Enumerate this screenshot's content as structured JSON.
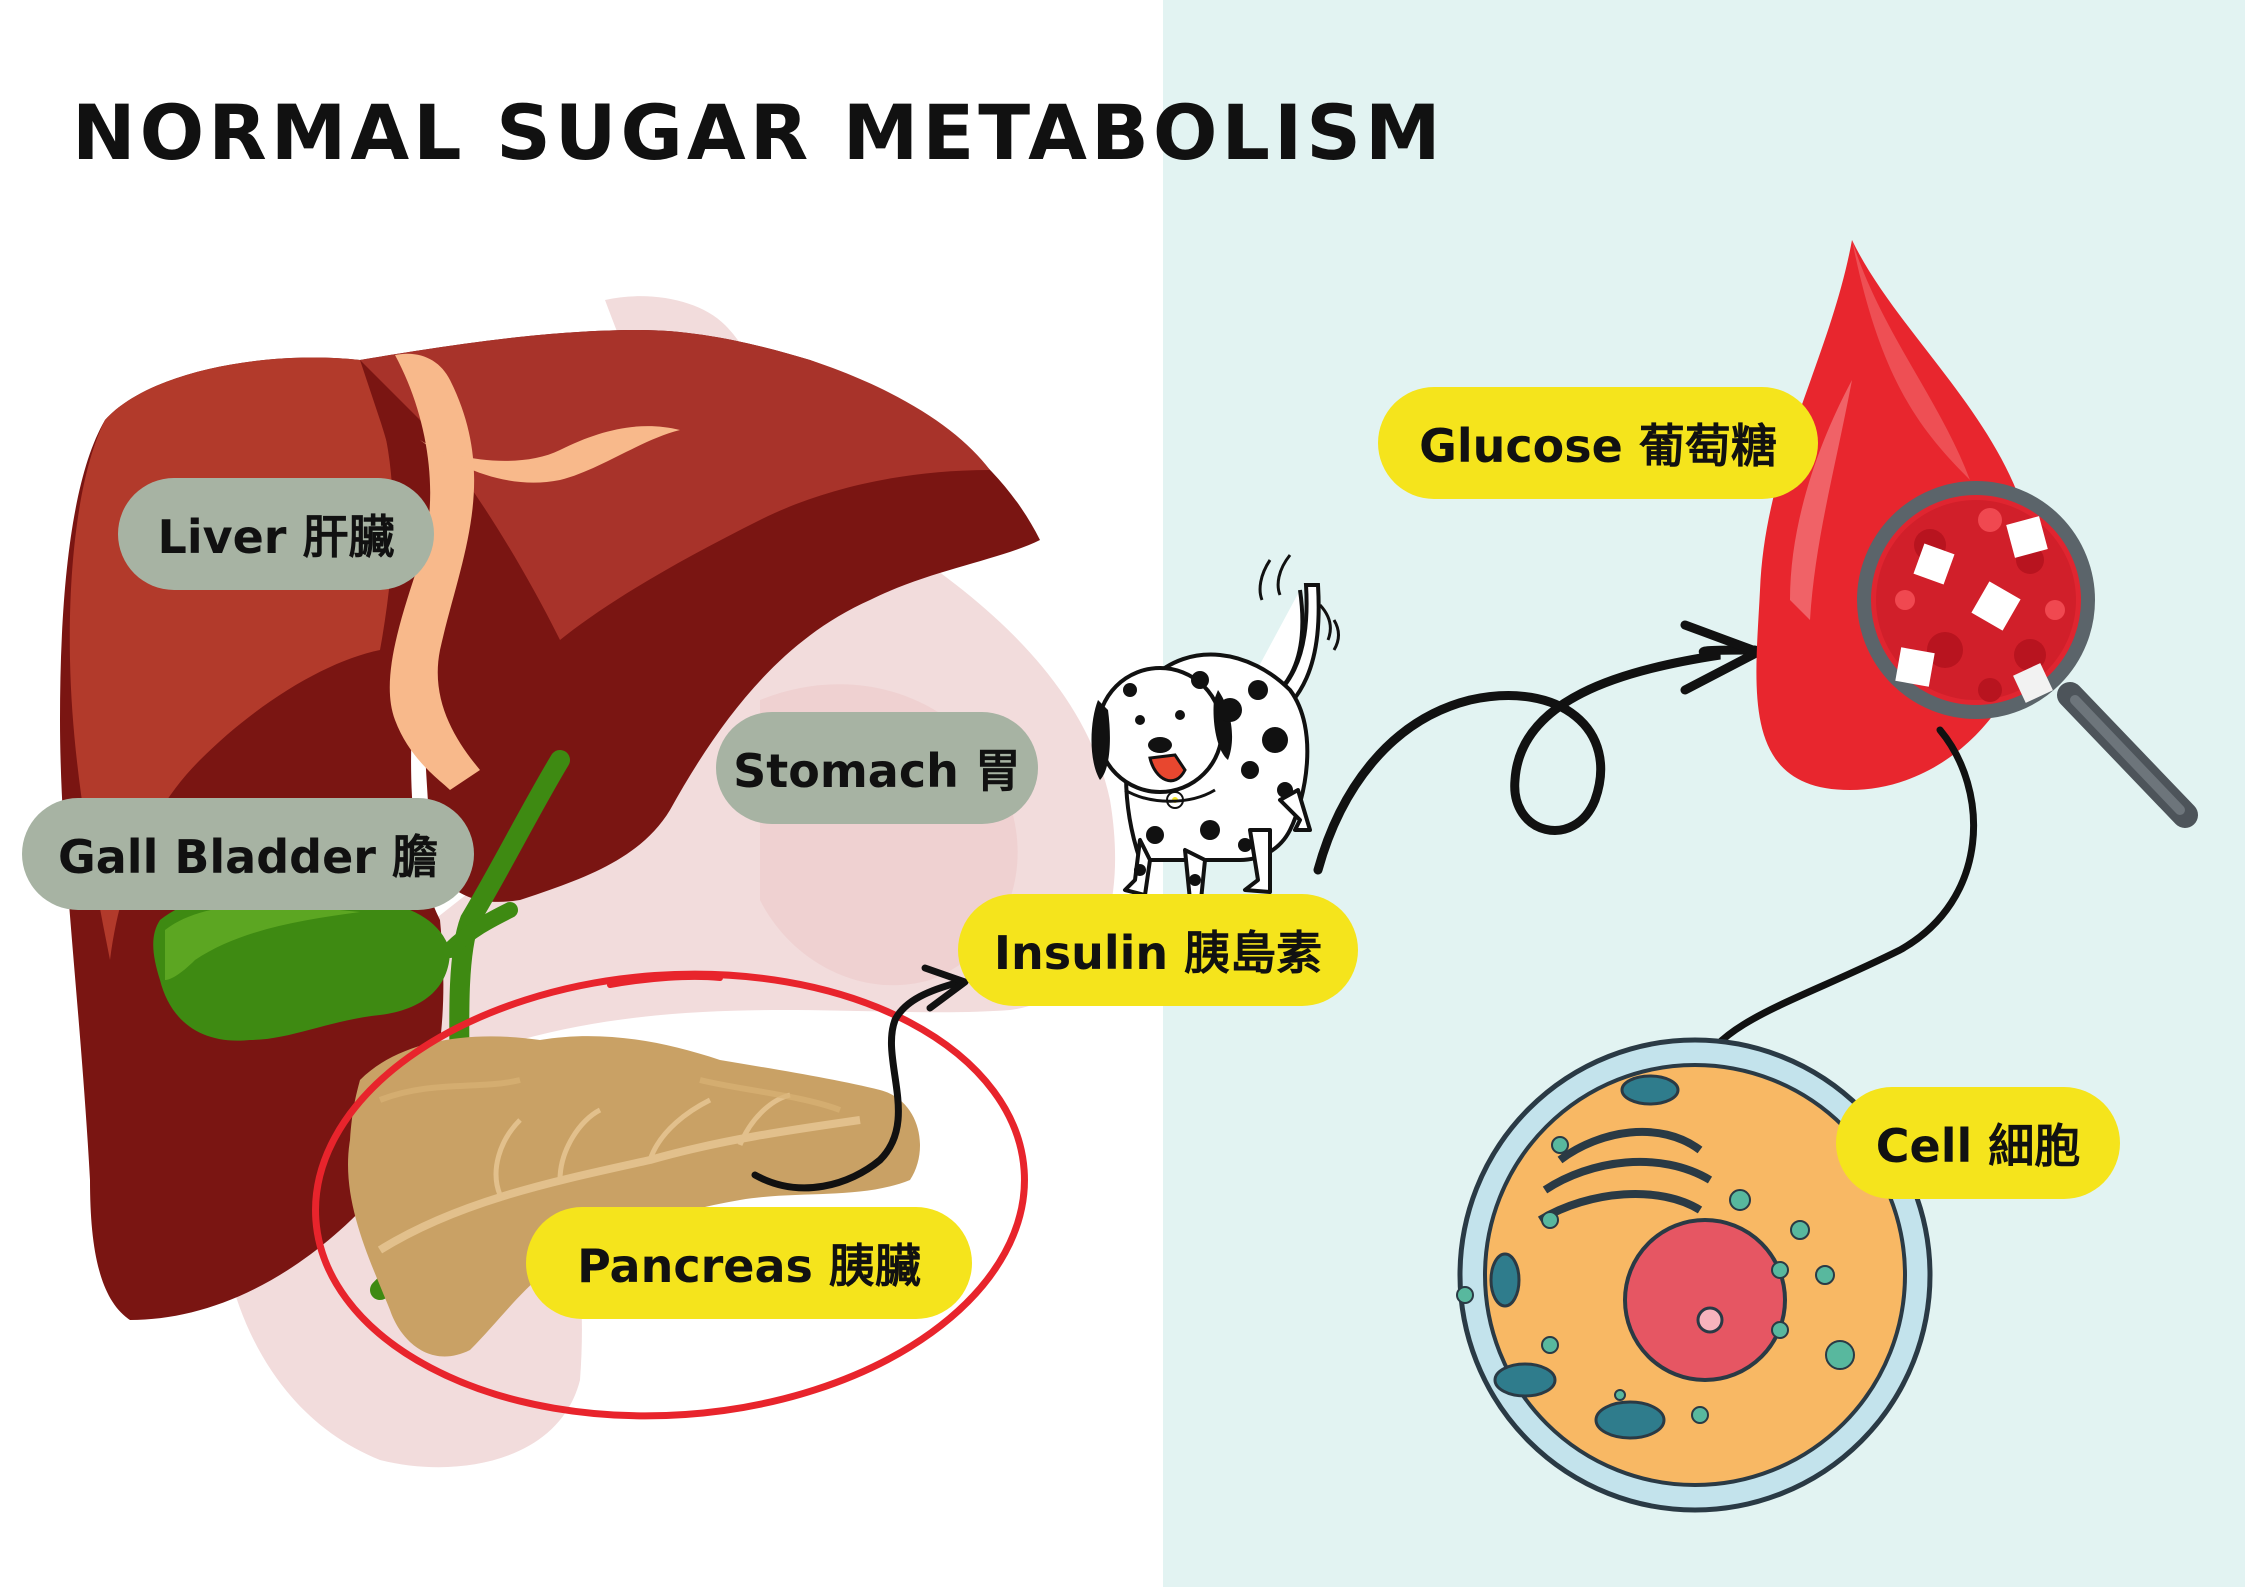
{
  "title": "NORMAL SUGAR METABOLISM",
  "labels": {
    "liver": "Liver 肝臟",
    "gall_bladder": "Gall Bladder 膽",
    "stomach": "Stomach 胃",
    "pancreas": "Pancreas 胰臟",
    "insulin": "Insulin 胰島素",
    "glucose": "Glucose 葡萄糖",
    "cell": "Cell 細胞"
  },
  "colors": {
    "right_panel": "#e2f3f2",
    "grey_label": "#a7b3a3",
    "yellow_label": "#f5e41c",
    "highlight_circle": "#e8242c",
    "liver": "#a8332a",
    "stomach": "#f2dcdc",
    "pancreas": "#c9a165",
    "gall_bladder": "#3e8a12",
    "blood_drop": "#e8262e",
    "cell": "#f8b864",
    "nucleus": "#e65663"
  }
}
